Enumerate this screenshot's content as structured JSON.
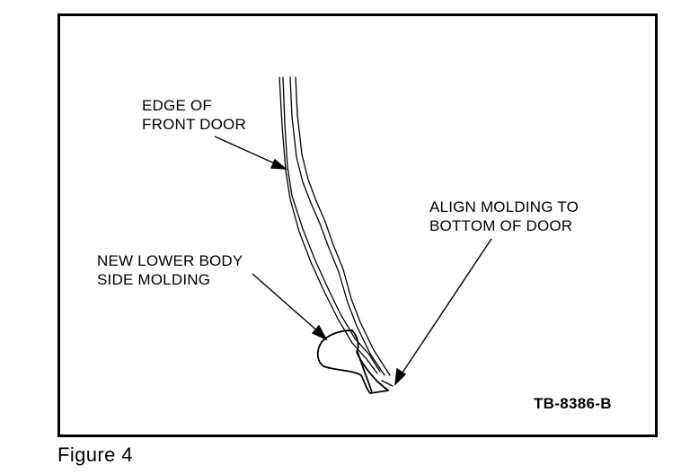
{
  "callouts": {
    "door_edge": [
      "EDGE OF",
      "FRONT DOOR"
    ],
    "align": [
      "ALIGN MOLDING TO",
      "BOTTOM OF DOOR"
    ],
    "molding": [
      "NEW LOWER BODY",
      "SIDE MOLDING"
    ]
  },
  "figure_code": "TB-8386-B",
  "caption": "Figure 4"
}
